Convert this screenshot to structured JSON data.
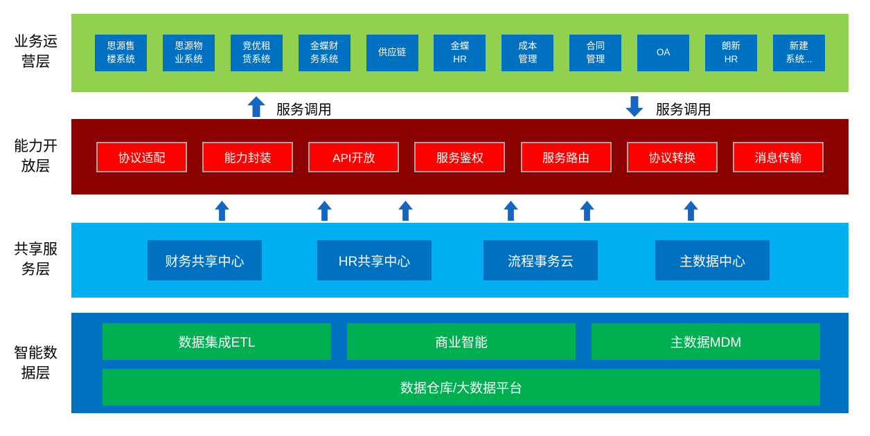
{
  "palette": {
    "business_layer_bg": "#92D050",
    "capability_layer_bg": "#8B0000",
    "shared_layer_bg": "#00B0F0",
    "data_layer_bg": "#0070C0",
    "blue_box": "#0070C0",
    "red_box": "#FE0000",
    "red_box_border": "#A6A6A6",
    "green_box": "#00B050",
    "arrow_blue": "#1566C1"
  },
  "business_layer": {
    "label": "业务运\n营层",
    "boxes": [
      "思源售\n楼系统",
      "思源物\n业系统",
      "竞优租\n赁系统",
      "金蝶财\n务系统",
      "供应链",
      "金蝶\nHR",
      "成本\n管理",
      "合同\n管理",
      "OA",
      "朗新\nHR",
      "新建\n系统..."
    ]
  },
  "service_call_band": {
    "up_label": "服务调用",
    "down_label": "服务调用"
  },
  "capability_layer": {
    "label": "能力开\n放层",
    "boxes": [
      "协议适配",
      "能力封装",
      "API开放",
      "服务鉴权",
      "服务路由",
      "协议转换",
      "消息传输"
    ]
  },
  "shared_layer": {
    "label": "共享服\n务层",
    "boxes": [
      "财务共享中心",
      "HR共享中心",
      "流程事务云",
      "主数据中心"
    ]
  },
  "data_layer": {
    "label": "智能数\n据层",
    "row1_boxes": [
      "数据集成ETL",
      "商业智能",
      "主数据MDM"
    ],
    "row2_box": "数据仓库/大数据平台"
  }
}
